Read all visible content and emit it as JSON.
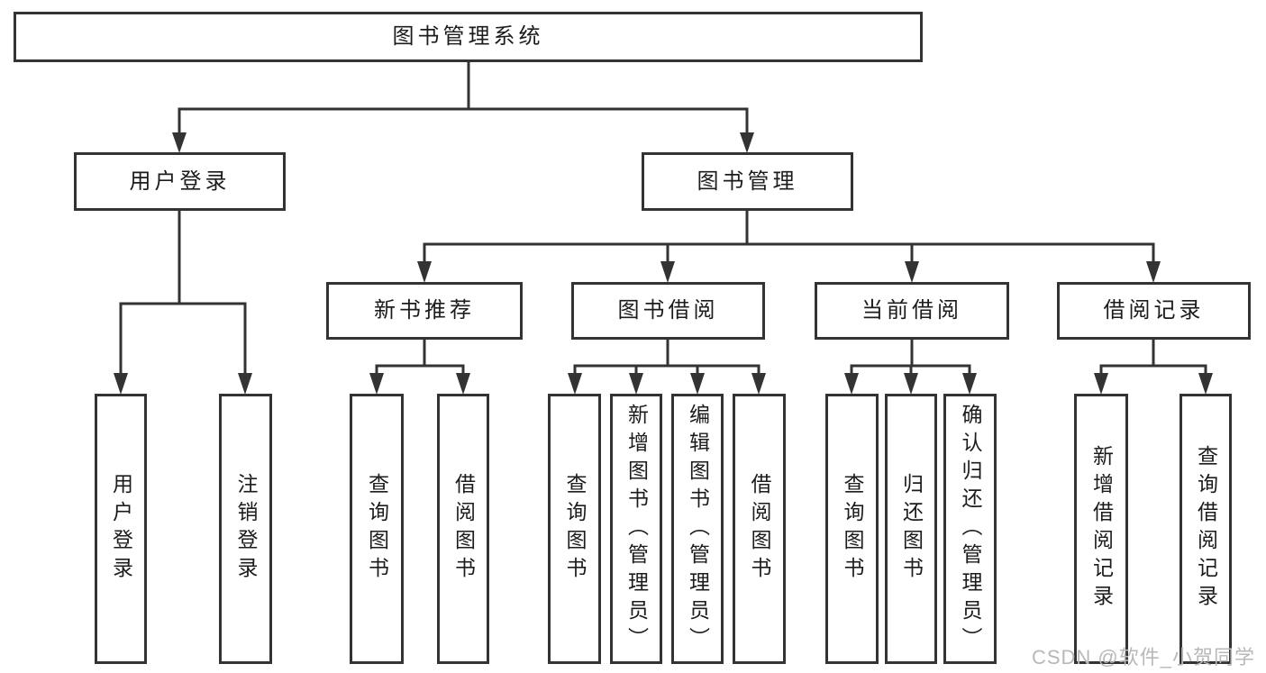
{
  "root": {
    "label": "图书管理系统"
  },
  "branches": [
    {
      "label": "用户登录",
      "leaves": [
        "用户登录",
        "注销登录"
      ]
    },
    {
      "label": "图书管理",
      "groups": [
        {
          "label": "新书推荐",
          "leaves": [
            "查询图书",
            "借阅图书"
          ]
        },
        {
          "label": "图书借阅",
          "leaves": [
            "查询图书",
            "新增图书（管理员）",
            "编辑图书（管理员）",
            "借阅图书"
          ]
        },
        {
          "label": "当前借阅",
          "leaves": [
            "查询图书",
            "归还图书",
            "确认归还（管理员）"
          ]
        },
        {
          "label": "借阅记录",
          "leaves": [
            "新增借阅记录",
            "查询借阅记录"
          ]
        }
      ]
    }
  ],
  "watermark": "CSDN @软件_小贺同学",
  "colors": {
    "line": "#333333",
    "box_background": "#ffffff",
    "text": "#1c1c1c",
    "watermark": "#b8b8b8",
    "page_background": "#ffffff"
  }
}
